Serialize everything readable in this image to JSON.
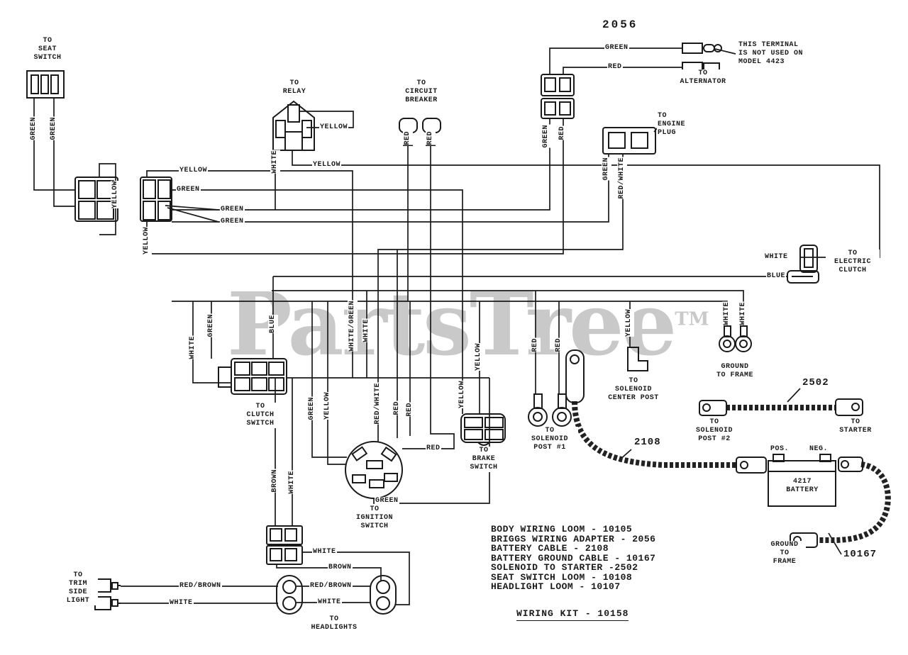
{
  "diagram_number": "2056",
  "watermark": {
    "text": "PartsTree",
    "tm": "TM"
  },
  "components": {
    "seat_switch": "TO\nSEAT\nSWITCH",
    "relay": "TO\nRELAY",
    "circuit_breaker": "TO\nCIRCUIT\nBREAKER",
    "alternator_note": "THIS TERMINAL\nIS NOT USED ON\nMODEL 4423",
    "alternator": "TO\nALTERNATOR",
    "engine_plug": "TO\nENGINE\nPLUG",
    "electric_clutch": "TO\nELECTRIC\nCLUTCH",
    "clutch_switch": "TO\nCLUTCH\nSWITCH",
    "ignition_switch": "TO\nIGNITION\nSWITCH",
    "brake_switch": "TO\nBRAKE\nSWITCH",
    "solenoid_post1": "TO\nSOLENOID\nPOST #1",
    "solenoid_center_post": "TO\nSOLENOID\nCENTER POST",
    "ground_to_frame": "GROUND\nTO FRAME",
    "solenoid_post2": "TO\nSOLENOID\nPOST #2",
    "starter": "TO\nSTARTER",
    "battery_pos": "POS.",
    "battery_neg": "NEG.",
    "battery_name": "4217\nBATTERY",
    "battery_ground": "GROUND\nTO\nFRAME",
    "trim_side_light": "TO\nTRIM\nSIDE\nLIGHT",
    "headlights": "TO\nHEADLIGHTS"
  },
  "part_numbers": {
    "battery_cable": "2108",
    "solenoid_to_starter": "2502",
    "ground_cable": "10167"
  },
  "wire_labels": {
    "seat_g1": "GREEN",
    "seat_g2": "GREEN",
    "loop_yellow": "YELLOW",
    "conn2_yellow": "YELLOW",
    "conn2_green1": "GREEN",
    "conn2_green2": "GREEN",
    "conn2_green3": "GREEN",
    "conn2_yellow2": "YELLOW",
    "relay_yellow1": "YELLOW",
    "relay_white": "WHITE",
    "relay_yellow2": "YELLOW",
    "cb_red1": "RED",
    "cb_red2": "RED",
    "alt_green": "GREEN",
    "alt_red": "RED",
    "adapt_green": "GREEN",
    "adapt_red": "RED",
    "eng_green": "GREEN",
    "eng_redwhite": "RED/WHITE",
    "ec_white": "WHITE",
    "ec_blue": "BLUE",
    "mid_white1": "WHITE",
    "mid_green": "GREEN",
    "mid_blue": "BLUE",
    "mid_whitegreen": "WHITE/GREEN",
    "mid_white2": "WHITE",
    "ign_green": "GREEN",
    "ign_yellow": "YELLOW",
    "ign_redwhite": "RED/WHITE",
    "ign_red1": "RED",
    "ign_red2": "RED",
    "ign_red3": "RED",
    "ign_green2": "GREEN",
    "brk_yellow1": "YELLOW",
    "brk_yellow2": "YELLOW",
    "sol_red1": "RED",
    "sol_red2": "RED",
    "solc_yellow": "YELLOW",
    "gnd_white1": "WHITE",
    "gnd_white2": "WHITE",
    "hl_white1": "WHITE",
    "hl_brown1": "BROWN",
    "hl_redbrown": "RED/BROWN",
    "hl_white2": "WHITE",
    "hl_brown_v": "BROWN",
    "hl_white_v": "WHITE",
    "trim_redbrown": "RED/BROWN",
    "trim_white": "WHITE"
  },
  "parts_list": {
    "lines": [
      "BODY WIRING LOOM - 10105",
      "BRIGGS WIRING ADAPTER - 2056",
      "BATTERY CABLE - 2108",
      "BATTERY GROUND CABLE - 10167",
      "SOLENOID TO STARTER -2502",
      "SEAT SWITCH LOOM - 10108",
      "HEADLIGHT LOOM - 10107"
    ],
    "kit": "WIRING KIT - 10158"
  }
}
